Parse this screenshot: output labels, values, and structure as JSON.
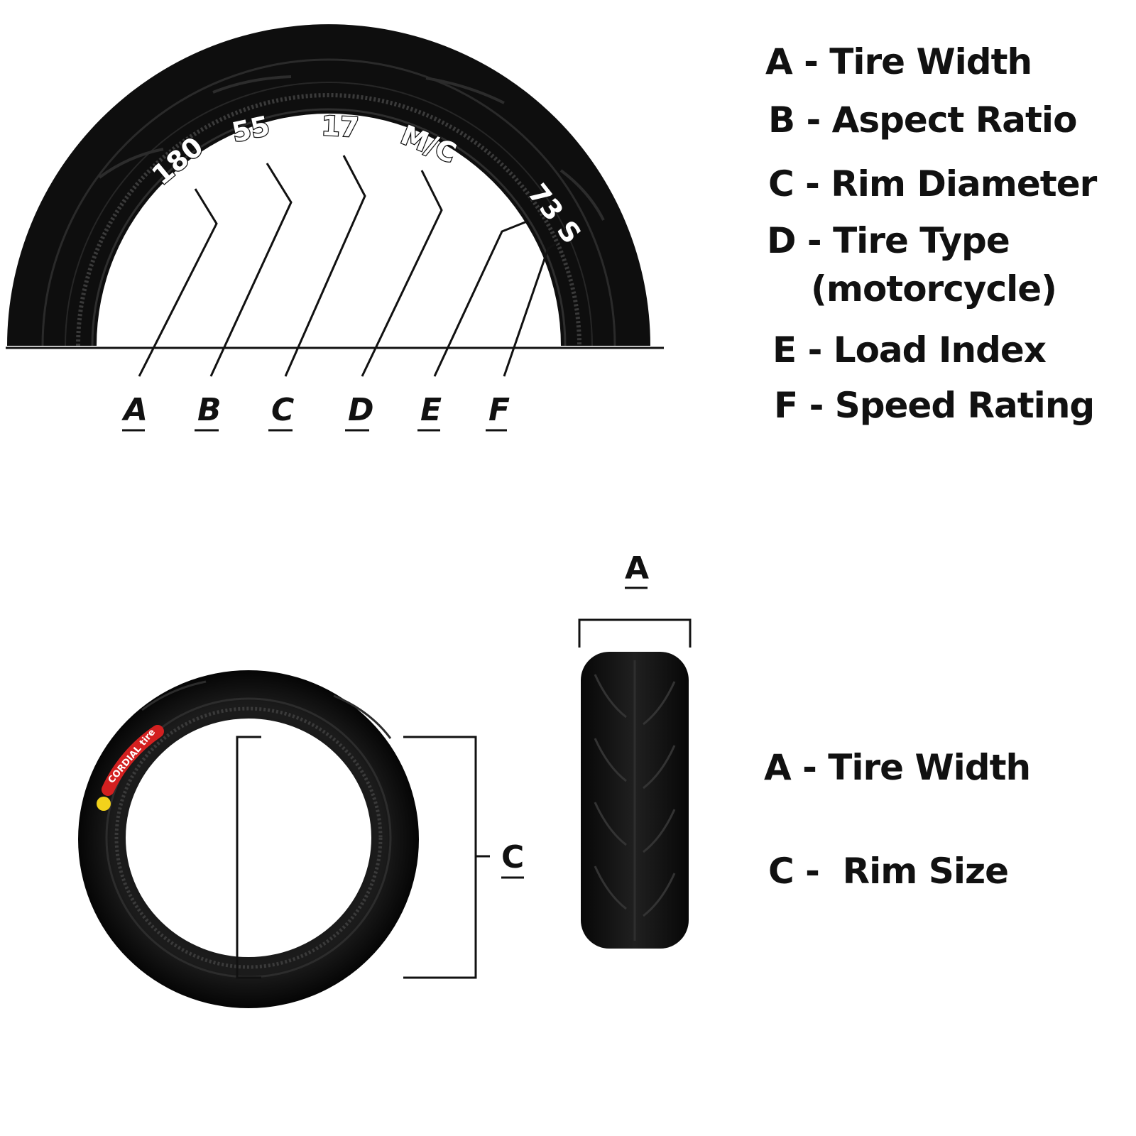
{
  "top_diagram": {
    "sidewall_codes": {
      "width": "180",
      "aspect": "55",
      "rim": "17",
      "type": "M/C",
      "load_speed": "73 S"
    },
    "pointer_letters": [
      "A",
      "B",
      "C",
      "D",
      "E",
      "F"
    ],
    "legend": [
      "A - Tire Width",
      "B - Aspect Ratio",
      "C - Rim Diameter",
      "D - Tire Type",
      "(motorcycle)",
      "E - Load Index",
      "F - Speed Rating"
    ]
  },
  "bottom_diagram": {
    "brand_text": "CORDIAL tire",
    "dimension_labels": {
      "rim": "C",
      "width": "A"
    },
    "legend": [
      "A - Tire Width",
      "C -  Rim Size"
    ]
  },
  "colors": {
    "tire": "#0d0d0d",
    "line": "#111111",
    "brand_red": "#d32020",
    "brand_yellow": "#f2d21b"
  }
}
